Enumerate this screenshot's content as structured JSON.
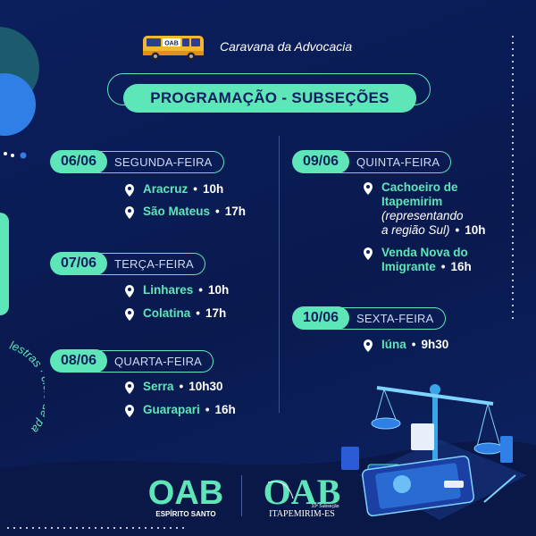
{
  "header": {
    "subtitle": "Caravana da Advocacia",
    "bus_label": "OAB",
    "title": "PROGRAMAÇÃO - SUBSEÇÕES"
  },
  "left_column": [
    {
      "date": "06/06",
      "weekday": "SEGUNDA-FEIRA",
      "locations": [
        {
          "city": "Aracruz",
          "time": "10h"
        },
        {
          "city": "São Mateus",
          "time": "17h"
        }
      ]
    },
    {
      "date": "07/06",
      "weekday": "TERÇA-FEIRA",
      "locations": [
        {
          "city": "Linhares",
          "time": "10h"
        },
        {
          "city": "Colatina",
          "time": "17h"
        }
      ]
    },
    {
      "date": "08/06",
      "weekday": "QUARTA-FEIRA",
      "locations": [
        {
          "city": "Serra",
          "time": "10h30"
        },
        {
          "city": "Guarapari",
          "time": "16h"
        }
      ]
    }
  ],
  "right_column": [
    {
      "date": "09/06",
      "weekday": "QUINTA-FEIRA",
      "locations": [
        {
          "city_line1": "Cachoeiro de",
          "city_line2": "Itapemirim",
          "note_line1": "(representando",
          "note_line2": "a região Sul)",
          "time": "10h"
        },
        {
          "city_line1": "Venda Nova do",
          "city_line2": "Imigrante",
          "time": "16h"
        }
      ]
    },
    {
      "date": "10/06",
      "weekday": "SEXTA-FEIRA",
      "locations": [
        {
          "city": "Iúna",
          "time": "9h30"
        }
      ]
    }
  ],
  "decor": {
    "curved_text": "lestras · ciclo de pa"
  },
  "footer": {
    "logo1_main": "OAB",
    "logo1_sub": "ESPÍRITO SANTO",
    "logo2_main": "OAB",
    "logo2_small": "10ª Subseção",
    "logo2_sub": "ITAPEMIRIM-ES"
  },
  "colors": {
    "background": "#0b1f5e",
    "accent": "#5ee6b8",
    "blue_accent": "#2f7fe6"
  },
  "icons": [
    "bus-icon",
    "map-pin-icon",
    "scales-of-justice-illustration"
  ]
}
